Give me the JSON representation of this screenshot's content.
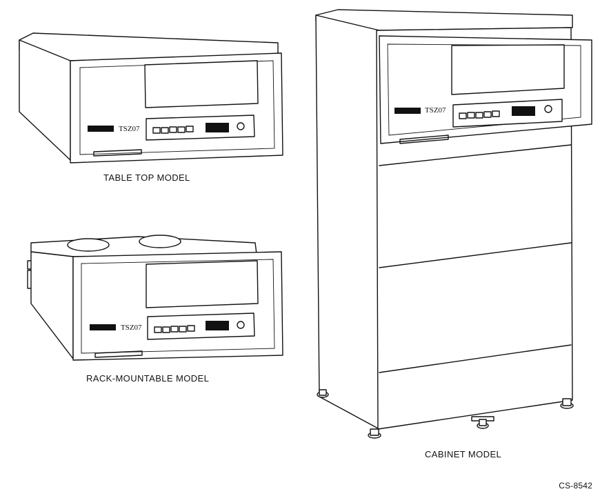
{
  "captions": {
    "table_top": "TABLE TOP MODEL",
    "rack": "RACK-MOUNTABLE MODEL",
    "cabinet": "CABINET MODEL"
  },
  "figure_id": "CS-8542",
  "unit_label": "TSZ07"
}
